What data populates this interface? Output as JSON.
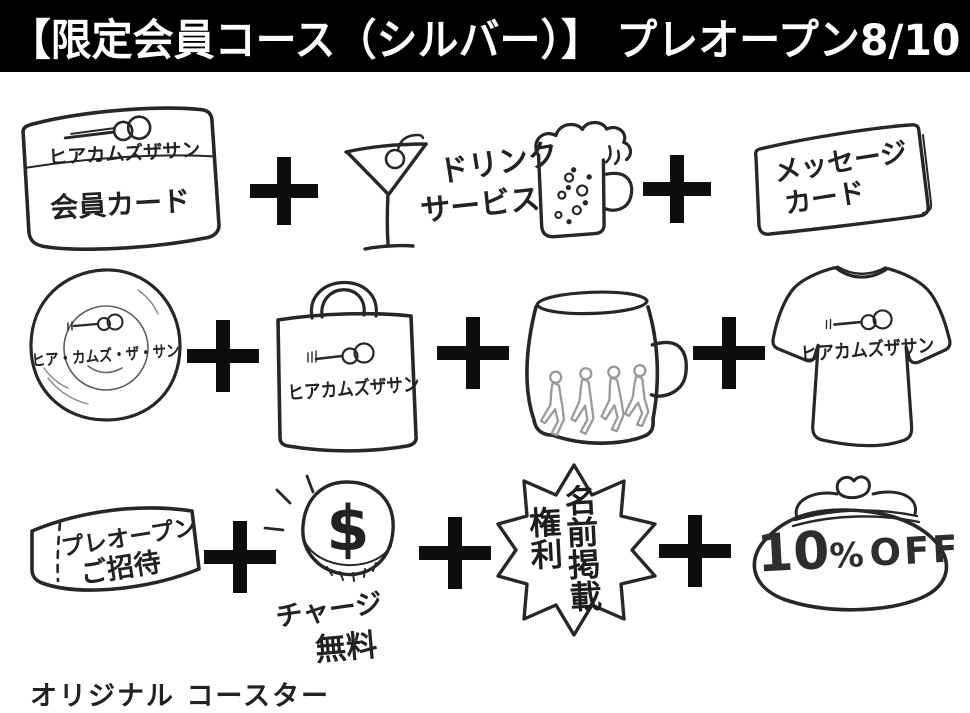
{
  "header": {
    "title": "【限定会員コース（シルバー）】 プレオープン8/10"
  },
  "plus_symbol": "+",
  "items": {
    "member_card": {
      "brand": "ヒアカムズザサン",
      "label": "会員カード"
    },
    "drink_service": {
      "line1": "ドリンク",
      "line2": "サービス"
    },
    "message_card": {
      "line1": "メッセージ",
      "line2": "カード"
    },
    "coaster": {
      "brand": "ヒア・カムズ・ザ・サン",
      "caption": "オリジナル コースター"
    },
    "tote_bag": {
      "brand": "ヒアカムズザサン"
    },
    "tshirt": {
      "brand": "ヒアカムズザサン"
    },
    "invitation_ticket": {
      "line1": "プレオープン",
      "line2": "ご招待"
    },
    "charge_free": {
      "coin_symbol": "$",
      "line1": "チャージ",
      "line2": "無料"
    },
    "name_listing": {
      "col1": "名前掲載",
      "col2": "権利"
    },
    "discount": {
      "number": "10",
      "percent": "%",
      "suffix": "OFF"
    }
  }
}
